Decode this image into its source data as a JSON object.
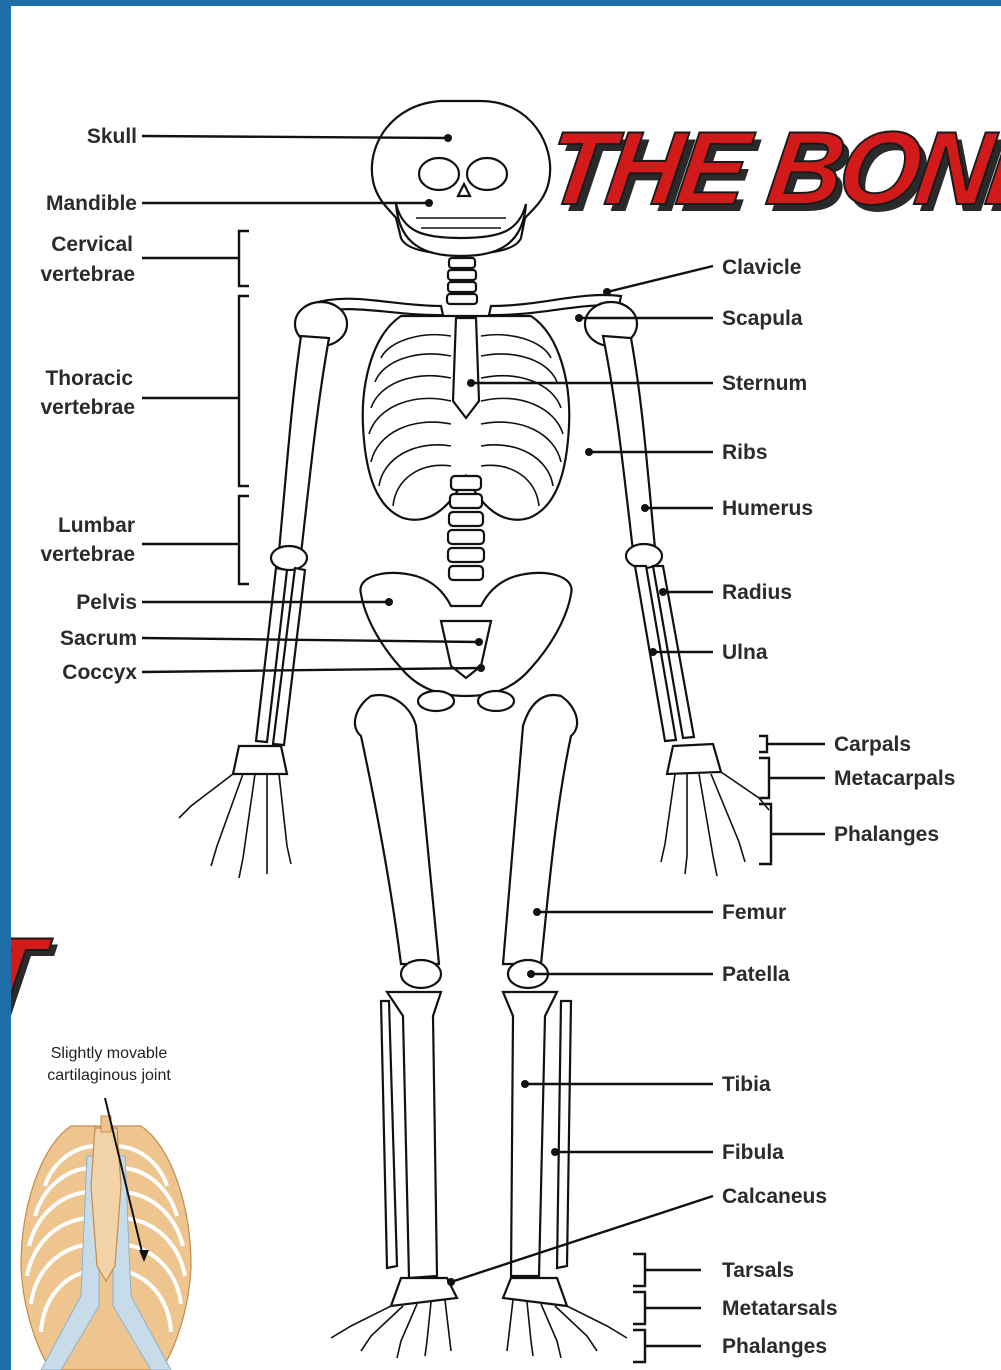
{
  "title": "THE BONES",
  "partial_title_fragment": "T",
  "left_labels": {
    "skull": "Skull",
    "mandible": "Mandible",
    "cervical_1": "Cervical",
    "cervical_2": "vertebrae",
    "thoracic_1": "Thoracic",
    "thoracic_2": "vertebrae",
    "lumbar_1": "Lumbar",
    "lumbar_2": "vertebrae",
    "pelvis": "Pelvis",
    "sacrum": "Sacrum",
    "coccyx": "Coccyx"
  },
  "right_labels": {
    "clavicle": "Clavicle",
    "scapula": "Scapula",
    "sternum": "Sternum",
    "ribs": "Ribs",
    "humerus": "Humerus",
    "radius": "Radius",
    "ulna": "Ulna",
    "carpals": "Carpals",
    "metacarpals": "Metacarpals",
    "hand_phalanges": "Phalanges",
    "femur": "Femur",
    "patella": "Patella",
    "tibia": "Tibia",
    "fibula": "Fibula",
    "calcaneus": "Calcaneus",
    "tarsals": "Tarsals",
    "metatarsals": "Metatarsals",
    "foot_phalanges": "Phalanges"
  },
  "inset": {
    "caption_1": "Slightly movable",
    "caption_2": "cartilaginous joint"
  },
  "colors": {
    "background": "#1e6fa8",
    "title_fill": "#d21a1a",
    "title_shadow": "#2a2a2a",
    "rib_bone": "#eec58f",
    "cartilage": "#c7dbe8"
  }
}
